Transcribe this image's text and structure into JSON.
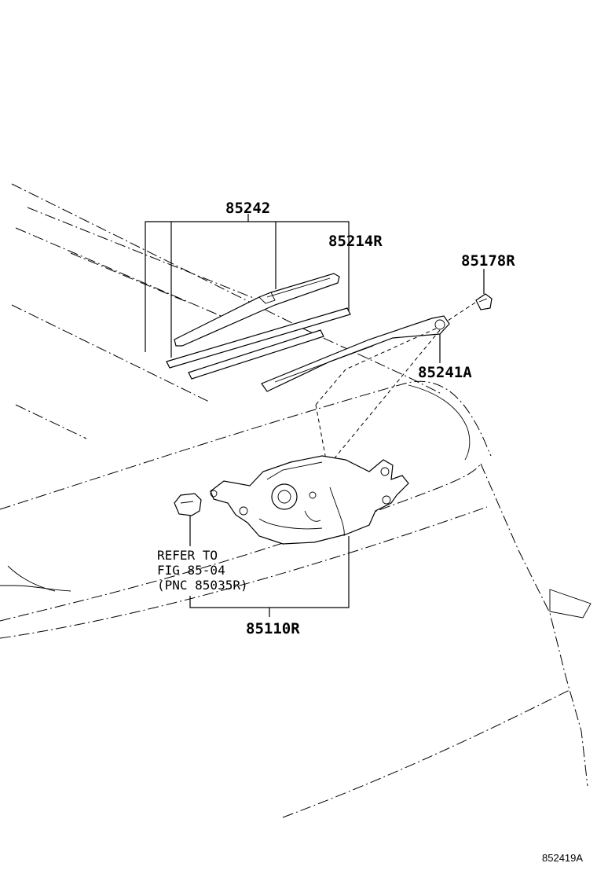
{
  "callouts": {
    "wiper_blade_assy": "85242",
    "wiper_blade_rubber": "85214R",
    "nut_cap": "85178R",
    "wiper_arm": "85241A",
    "wiper_motor": "85110R"
  },
  "reference_note": {
    "line1": "REFER TO",
    "line2": "FIG 85-04",
    "line3": "(PNC 85035R)"
  },
  "figure_code": "852419A"
}
